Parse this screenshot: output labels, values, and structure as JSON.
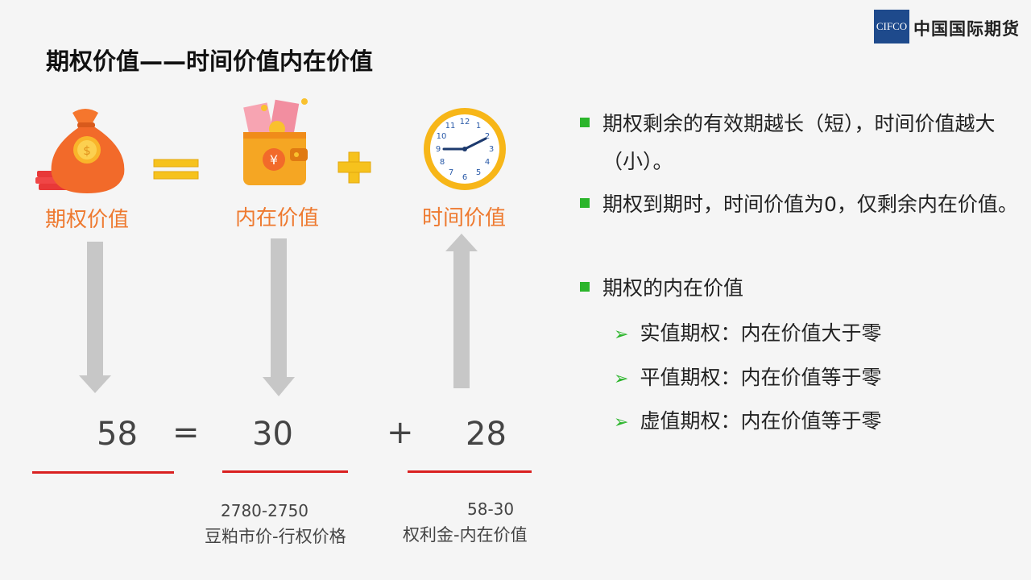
{
  "logo": {
    "box_text": "CIFCO",
    "name": "中国国际期货"
  },
  "title": "期权价值——时间价值内在价值",
  "equation_labels": {
    "option_value": "期权价值",
    "intrinsic_value": "内在价值",
    "time_value": "时间价值"
  },
  "numbers": {
    "option_value": "58",
    "equals": "=",
    "intrinsic_value": "30",
    "plus": "+",
    "time_value": "28"
  },
  "sub_notes": {
    "intrinsic_calc": "2780-2750",
    "intrinsic_desc": "豆粕市价-行权价格",
    "time_calc": "58-30",
    "time_desc": "权利金-内在价值"
  },
  "bullets": [
    {
      "text": "期权剩余的有效期越长（短），时间价值越大（小）。"
    },
    {
      "text": "期权到期时，时间价值为0，仅剩余内在价值。"
    },
    {
      "text": "期权的内在价值"
    }
  ],
  "sub_bullets": [
    {
      "text": "实值期权：内在价值大于零"
    },
    {
      "text": "平值期权：内在价值等于零"
    },
    {
      "text": "虚值期权：内在价值等于零"
    }
  ],
  "colors": {
    "accent_green": "#2bb52b",
    "label_orange": "#ee7a30",
    "underline_red": "#d92020",
    "logo_blue": "#1e4a8c"
  }
}
